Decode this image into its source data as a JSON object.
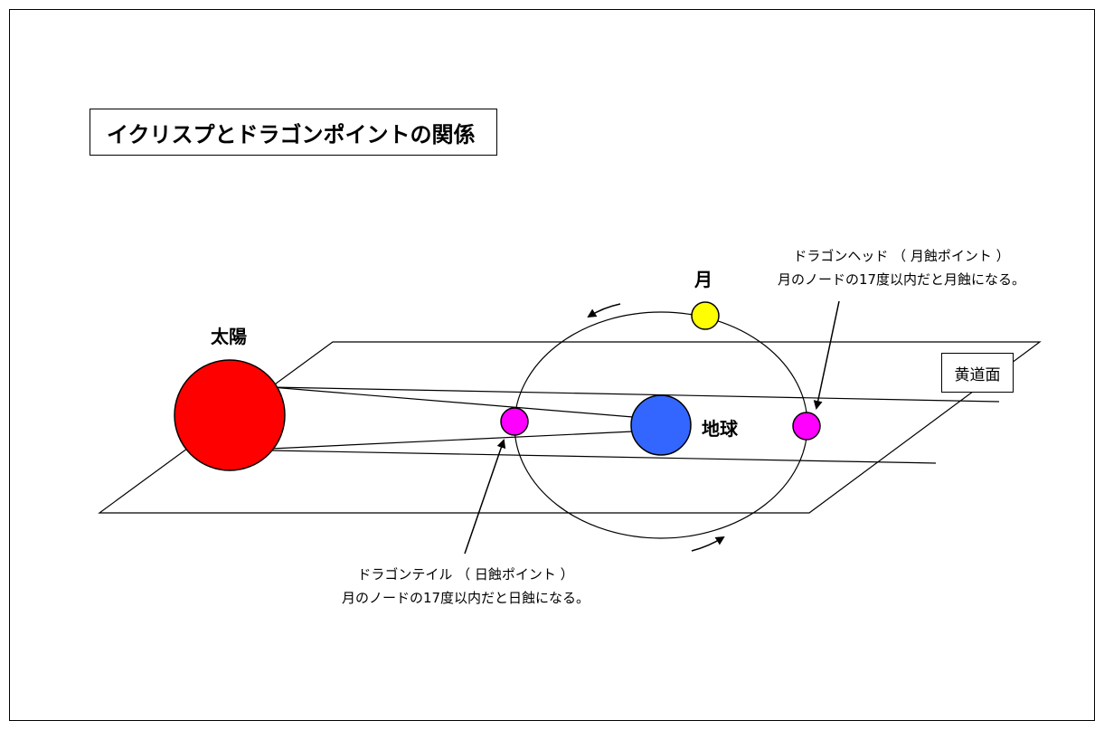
{
  "title": "イクリスプとドラゴンポイントの関係",
  "ecliptic_label": "黄道面",
  "bodies": {
    "sun": {
      "label": "太陽",
      "color": "#ff0000"
    },
    "earth": {
      "label": "地球",
      "color": "#3366ff"
    },
    "moon": {
      "label": "月",
      "color": "#ffff00"
    }
  },
  "node_color": "#ff00ff",
  "dragon_head": {
    "line1": "ドラゴンヘッド （ 月蝕ポイント ）",
    "line2": "月のノードの17度以内だと月蝕になる。"
  },
  "dragon_tail": {
    "line1": "ドラゴンテイル （ 日蝕ポイント ）",
    "line2": "月のノードの17度以内だと日蝕になる。"
  }
}
